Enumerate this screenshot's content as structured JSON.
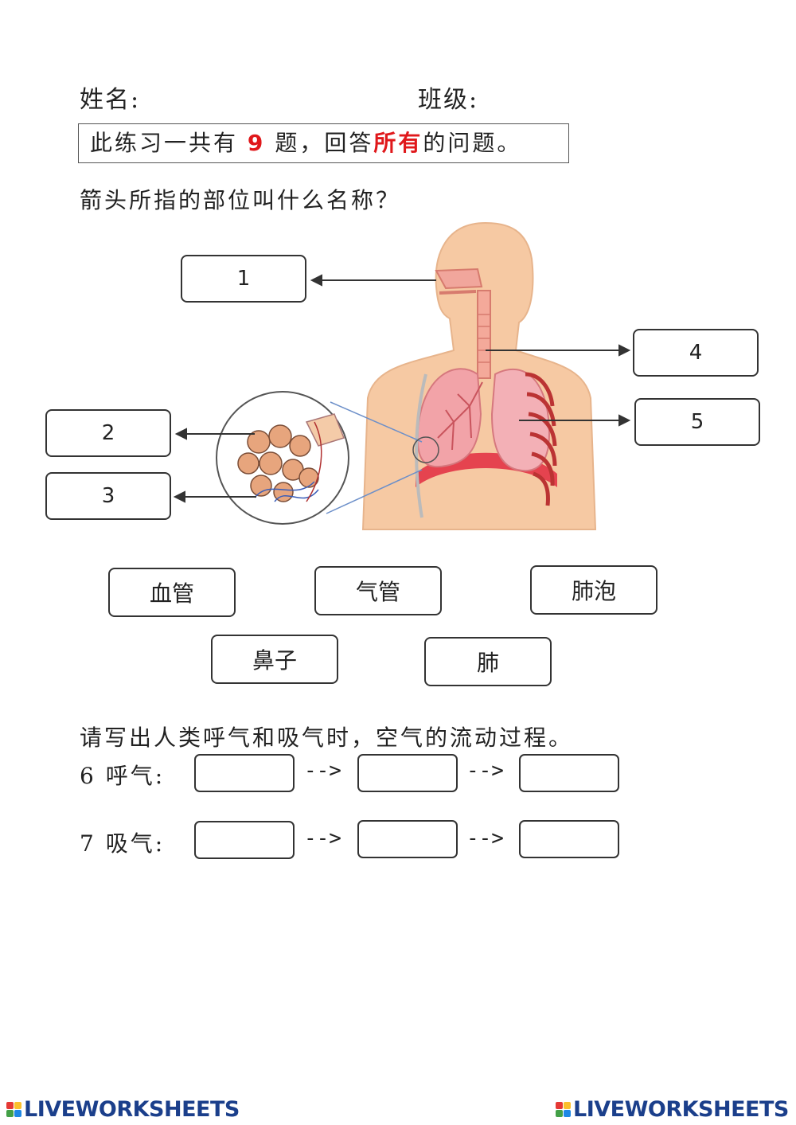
{
  "header": {
    "name_label": "姓名:",
    "class_label": "班级:"
  },
  "instruction": {
    "pre": "此练习一共有",
    "count": "9",
    "mid": "题，回答",
    "emph": "所有",
    "post": "的问题。"
  },
  "question1": "箭头所指的部位叫什么名称？",
  "diagram_labels": [
    "1",
    "2",
    "3",
    "4",
    "5"
  ],
  "word_bank": [
    "血管",
    "气管",
    "肺泡",
    "鼻子",
    "肺"
  ],
  "question2": "请写出人类呼气和吸气时，空气的流动过程。",
  "flow_rows": [
    {
      "label": "6 呼气:",
      "arrow1": "-->",
      "arrow2": "-->"
    },
    {
      "label": "7 吸气:",
      "arrow1": "-->",
      "arrow2": "-->"
    }
  ],
  "footer": {
    "logo_left": "LIVEWORKSHEETS",
    "logo_right": "LIVEWORKSHEETS"
  },
  "colors": {
    "accent_red": "#e0181b",
    "logo_blue": "#1b3f8b"
  }
}
